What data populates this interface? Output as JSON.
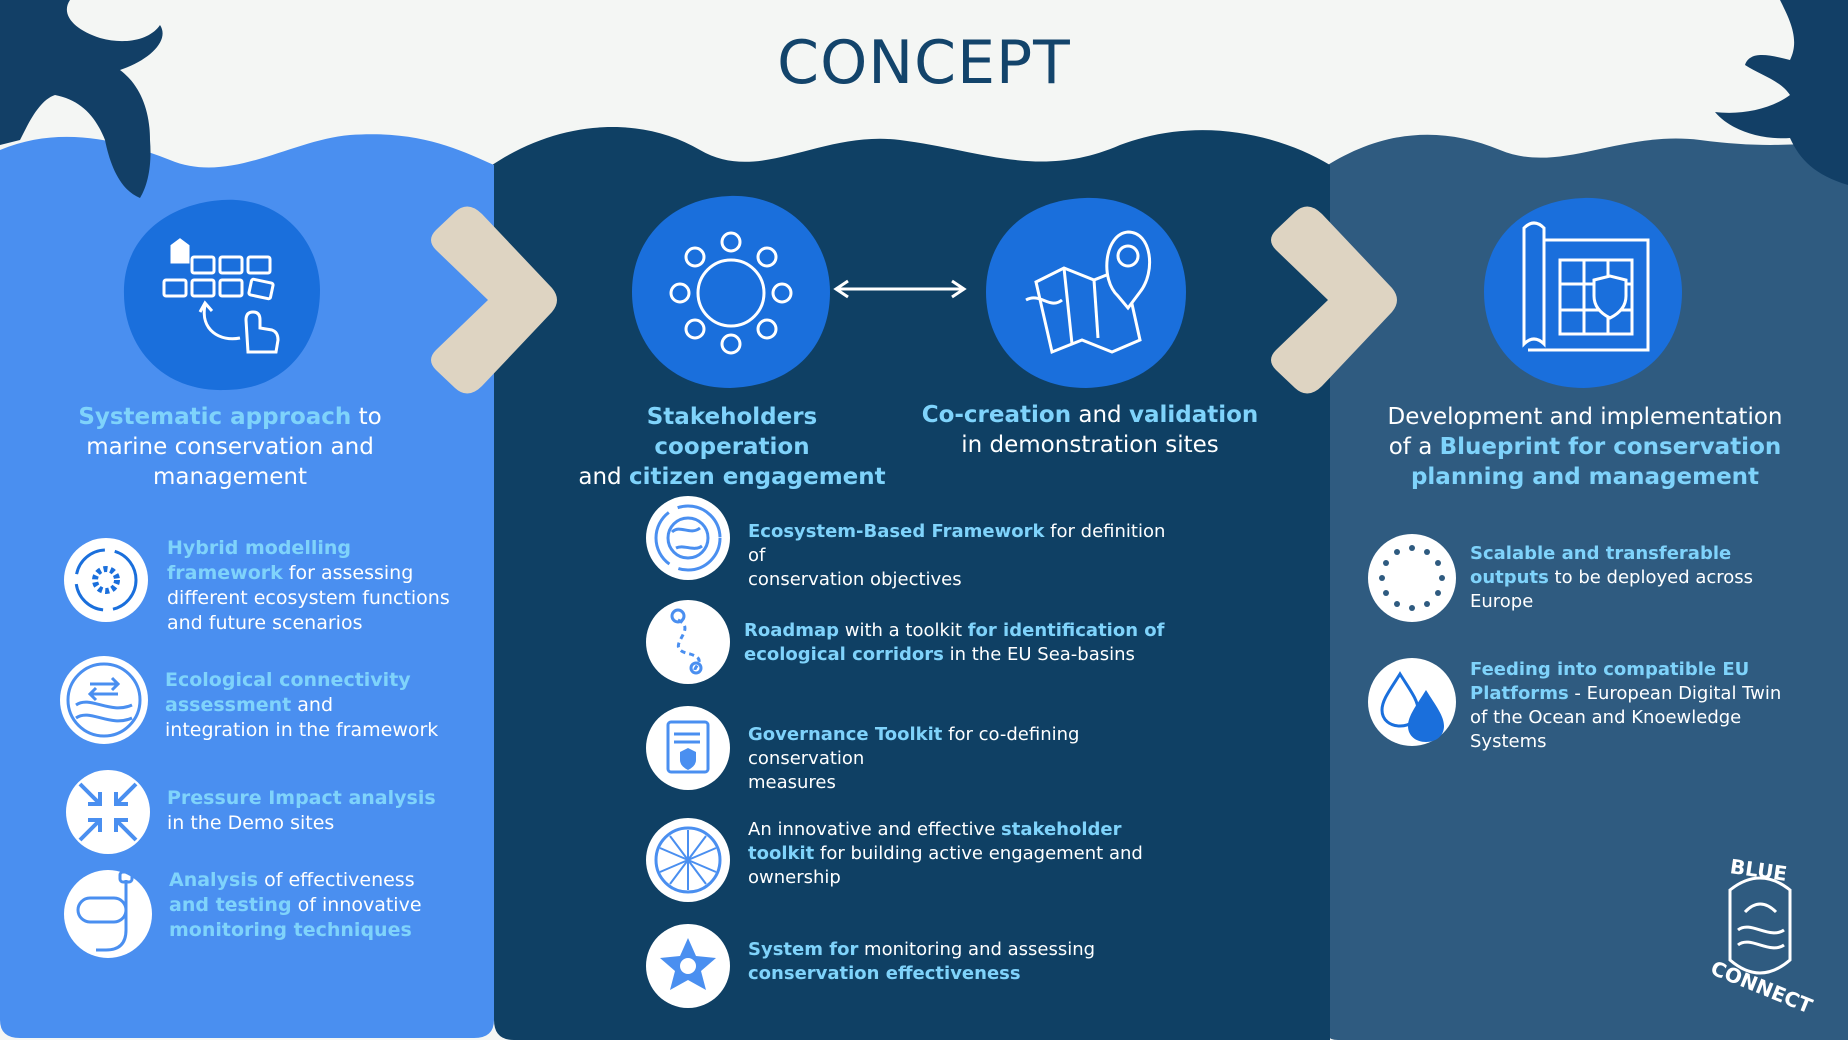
{
  "title": "CONCEPT",
  "colors": {
    "title": "#13446b",
    "left_panel": "#4a8ff0",
    "mid_panel": "#0f4064",
    "right_panel": "#2f5b80",
    "accent": "#7fd3fb",
    "chevron": "#ded4c2",
    "icon_blue": "#1a6fdc"
  },
  "left": {
    "head": {
      "hl": "Systematic approach",
      "rest1": " to",
      "rest2": "marine conservation and",
      "rest3": "management"
    },
    "items": [
      {
        "icon": "gear-cycle-icon",
        "hl1": "Hybrid modelling",
        "hl2": "framework",
        "t2": " for assessing",
        "t3": "different ecosystem functions",
        "t4": "and  future scenarios"
      },
      {
        "icon": "exchange-arrows-icon",
        "hl1": "Ecological connectivity",
        "hl2": "assessment",
        "t2": " and",
        "t3": "integration in the framework"
      },
      {
        "icon": "compress-arrows-icon",
        "hl1": "Pressure Impact analysis",
        "t2": "in the Demo sites"
      },
      {
        "icon": "snorkel-mask-icon",
        "hl1": "Analysis",
        "t1": " of effectiveness",
        "hl2": "and testing",
        "t2": " of innovative",
        "hl3": "monitoring techniques"
      }
    ]
  },
  "middle": {
    "head1": {
      "hl1": "Stakeholders cooperation",
      "t2": "and ",
      "hl2": "citizen engagement"
    },
    "head2": {
      "hl1": "Co-creation",
      "t1": " and ",
      "hl1b": "validation",
      "t2": "in demonstration sites"
    },
    "items": [
      {
        "icon": "globe-icon",
        "hl": "Ecosystem-Based Framework",
        "t1": " for definition of",
        "t2": "conservation objectives"
      },
      {
        "icon": "route-pin-icon",
        "hl": "Roadmap",
        "t1": " with a toolkit ",
        "hl1b": "for identification of",
        "hl2": "ecological corridors",
        "t2": " in the EU Sea-basins"
      },
      {
        "icon": "document-shield-icon",
        "hl": "Governance Toolkit",
        "t1": " for co-defining conservation",
        "t2": "measures"
      },
      {
        "icon": "network-sphere-icon",
        "t0": "An innovative and effective ",
        "hl": "stakeholder",
        "hl2": "toolkit",
        "t2": " for building active engagement and",
        "t3": "ownership"
      },
      {
        "icon": "star-fish-icon",
        "hl": "System for",
        "t1": " monitoring and assessing",
        "hl2": "conservation effectiveness"
      }
    ]
  },
  "right": {
    "head": {
      "t1": "Development and implementation",
      "t2": "of a ",
      "hl2": "Blueprint for conservation",
      "hl3": "planning and management"
    },
    "items": [
      {
        "icon": "eu-stars-icon",
        "hl1": "Scalable and transferable",
        "hl2": "outputs",
        "t2": " to be deployed across",
        "t3": "Europe"
      },
      {
        "icon": "water-drops-icon",
        "hl1": "Feeding into compatible EU",
        "hl2": "Platforms",
        "t2": " - European Digital Twin",
        "t3": "of the Ocean and Knoewledge",
        "t4": "Systems"
      }
    ]
  },
  "logo": {
    "top": "BLUE",
    "bottom": "CONNECT"
  }
}
